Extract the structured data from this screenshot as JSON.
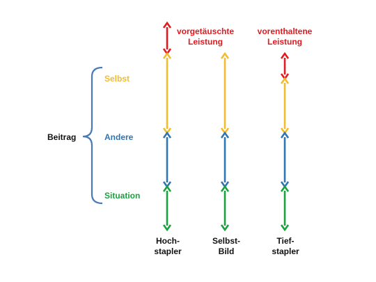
{
  "colors": {
    "red": "#e3191e",
    "yellow": "#f4bb2b",
    "blue": "#2e75b6",
    "green": "#18a23d",
    "bracket": "#4a7ab5"
  },
  "labels": {
    "beitrag": "Beitrag",
    "selbst": "Selbst",
    "andere": "Andere",
    "situation": "Situation",
    "vorgetaeuschte": [
      "vorgetäuschte",
      "Leistung"
    ],
    "vorenthaltene": [
      "vorenthaltene",
      "Leistung"
    ]
  },
  "columns": [
    {
      "name": "hochstapler",
      "label": [
        "Hoch-",
        "stapler"
      ]
    },
    {
      "name": "selbstbild",
      "label": [
        "Selbst-",
        "Bild"
      ]
    },
    {
      "name": "tiefstapler",
      "label": [
        "Tief-",
        "stapler"
      ]
    }
  ],
  "icons": [
    "double-arrow-icon",
    "curly-brace-icon"
  ]
}
